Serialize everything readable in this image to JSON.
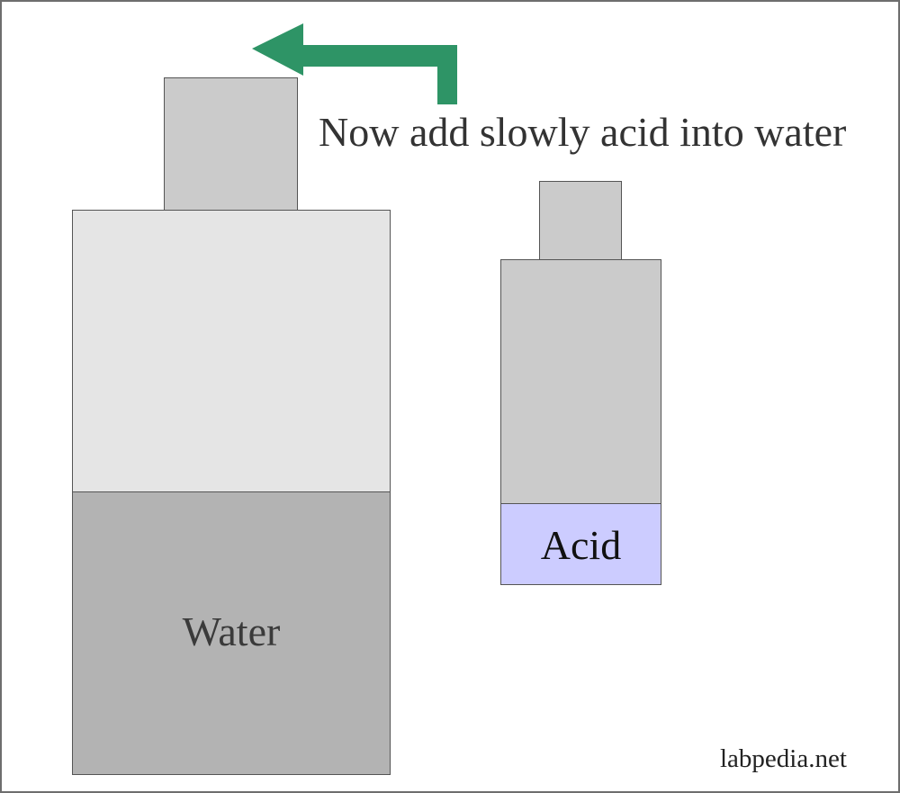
{
  "diagram": {
    "instruction": "Now add slowly acid into water",
    "water_label": "Water",
    "acid_label": "Acid",
    "watermark": "labpedia.net",
    "colors": {
      "arrow": "#2e9466",
      "acid_fill": "#ccccff",
      "water_fill": "#b3b3b3",
      "bottle_empty_fill": "#e5e5e5",
      "cap_fill": "#cbcbcb"
    }
  }
}
